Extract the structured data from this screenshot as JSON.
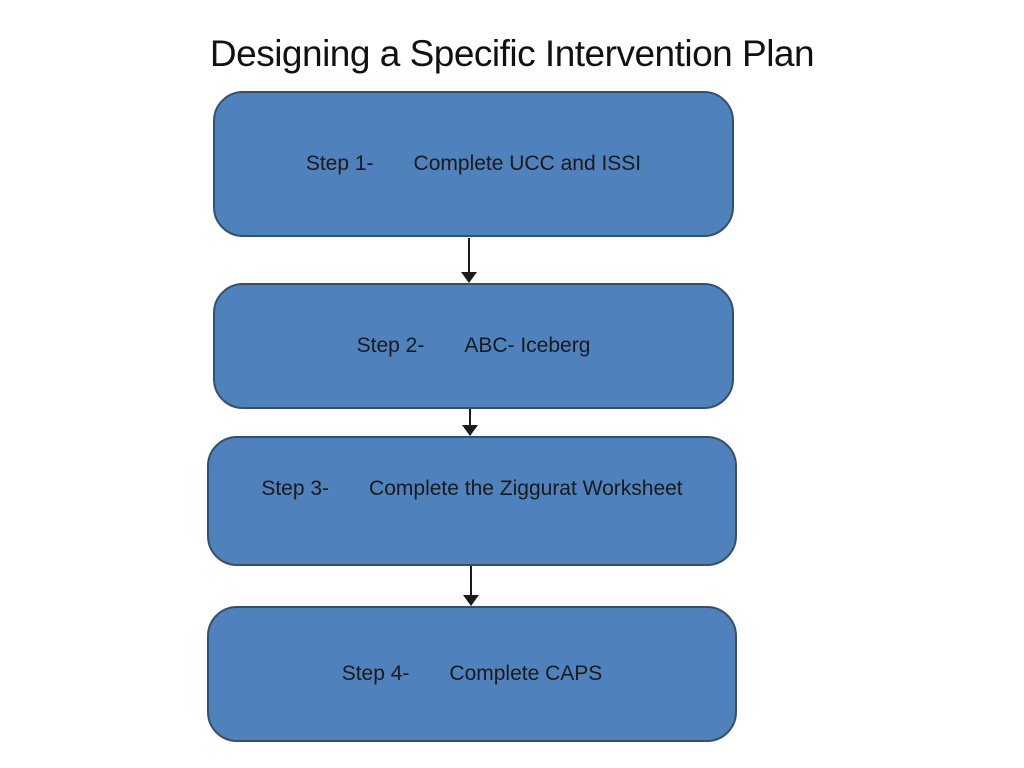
{
  "slide": {
    "title": "Designing a Specific Intervention Plan",
    "colors": {
      "background": "#FFFFFF",
      "box_fill": "#4F81BD",
      "box_border": "#35506D",
      "text": "#1A1A1A",
      "title": "#111111",
      "arrow": "#1A1A1A"
    },
    "steps": [
      {
        "label": "Step 1-",
        "description": "Complete UCC and ISSI"
      },
      {
        "label": "Step 2-",
        "description": "ABC- Iceberg"
      },
      {
        "label": "Step 3-",
        "description": "Complete the Ziggurat Worksheet"
      },
      {
        "label": "Step 4-",
        "description": "Complete CAPS"
      }
    ],
    "arrow_icon": "down-arrow"
  }
}
